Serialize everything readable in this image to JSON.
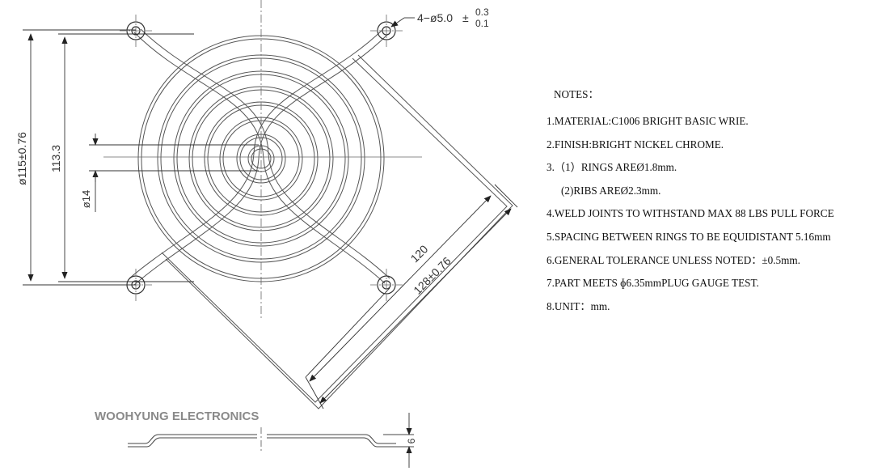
{
  "company": "WOOHYUNG ELECTRONICS",
  "dimensions": {
    "hole_spec": "4−ø5.0",
    "hole_tol_upper": "0.3",
    "hole_tol_lower": "0.1",
    "outer_diameter": "ø115±0.76",
    "ring_span": "113.3",
    "center_diameter": "ø14",
    "hole_pitch": "120",
    "diagonal_size": "128±0.76",
    "thickness": "6"
  },
  "notes": {
    "title": "NOTES：",
    "items": [
      "1.MATERIAL:C1006 BRIGHT BASIC WRIE.",
      "2.FINISH:BRIGHT NICKEL CHROME.",
      "3.（1）RINGS AREØ1.8mm.",
      "(2)RIBS AREØ2.3mm.",
      "4.WELD JOINTS TO WITHSTAND MAX 88 LBS PULL FORCE",
      "5.SPACING BETWEEN RINGS TO BE EQUIDISTANT 5.16mm",
      "6.GENERAL TOLERANCE UNLESS NOTED：±0.5mm.",
      "7.PART MEETS ɸ6.35mmPLUG GAUGE TEST.",
      "8.UNIT：mm."
    ]
  }
}
